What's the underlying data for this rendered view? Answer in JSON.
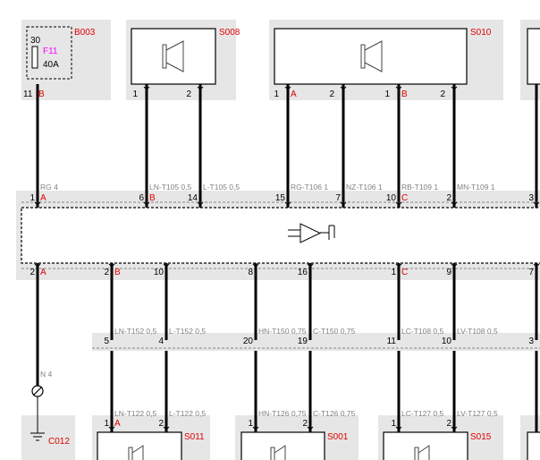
{
  "colors": {
    "band": "#e6e6e6",
    "wire": "#000000",
    "component_label": "#e00000",
    "fuse_label": "#ff00ff",
    "wire_label": "#808080"
  },
  "components": {
    "fuse_box": {
      "ref": "B003",
      "fuse_name": "F11",
      "terminal": "30",
      "rating": "40A",
      "pin_num": "11",
      "pin_letter": "B"
    },
    "speaker_s008": {
      "ref": "S008",
      "icon": "speaker-icon"
    },
    "speaker_s010": {
      "ref": "S010",
      "icon": "speaker-icon"
    },
    "amplifier": {
      "icon": "amplifier-icon"
    },
    "ground": {
      "ref": "C012",
      "icon": "ground-icon",
      "wire_label": "N 4"
    },
    "speaker_s011": {
      "ref": "S011",
      "icon": "speaker-icon"
    },
    "speaker_s001": {
      "ref": "S001",
      "icon": "speaker-icon"
    },
    "speaker_s015": {
      "ref": "S015",
      "icon": "speaker-icon"
    }
  },
  "top_pins": [
    {
      "num": "1",
      "letter": ""
    },
    {
      "num": "2",
      "letter": ""
    },
    {
      "num": "1",
      "letter": "A"
    },
    {
      "num": "2",
      "letter": ""
    },
    {
      "num": "1",
      "letter": "B"
    },
    {
      "num": "2",
      "letter": ""
    }
  ],
  "amp_top_pins": [
    {
      "num": "1",
      "letter": "A",
      "wire": "RG 4"
    },
    {
      "num": "6",
      "letter": "B",
      "wire": "LN-T105 0,5"
    },
    {
      "num": "14",
      "letter": "",
      "wire": "L-T105 0,5"
    },
    {
      "num": "15",
      "letter": "",
      "wire": "RG-T106 1"
    },
    {
      "num": "7",
      "letter": "",
      "wire": "NZ-T106 1"
    },
    {
      "num": "10",
      "letter": "C",
      "wire": "RB-T109 1"
    },
    {
      "num": "2",
      "letter": "",
      "wire": "MN-T109 1"
    },
    {
      "num": "3",
      "letter": "",
      "wire": ""
    }
  ],
  "amp_bottom_pins": [
    {
      "num": "2",
      "letter": "A"
    },
    {
      "num": "2",
      "letter": "B"
    },
    {
      "num": "10",
      "letter": ""
    },
    {
      "num": "8",
      "letter": ""
    },
    {
      "num": "16",
      "letter": ""
    },
    {
      "num": "1",
      "letter": "C"
    },
    {
      "num": "9",
      "letter": ""
    },
    {
      "num": "7",
      "letter": ""
    }
  ],
  "connector_upper": [
    {
      "num": "5",
      "wire": "LN-T152 0,5"
    },
    {
      "num": "4",
      "wire": "L-T152 0,5"
    },
    {
      "num": "20",
      "wire": "HN-T150 0,75"
    },
    {
      "num": "19",
      "wire": "C-T150 0,75"
    },
    {
      "num": "11",
      "wire": "LC-T108 0,5"
    },
    {
      "num": "10",
      "wire": "LV-T108 0,5"
    },
    {
      "num": "3",
      "wire": ""
    }
  ],
  "connector_lower": [
    {
      "wire": "LN-T122 0,5"
    },
    {
      "wire": "L-T122 0,5"
    },
    {
      "wire": "HN-T126 0,75"
    },
    {
      "wire": "C-T126 0,75"
    },
    {
      "wire": "LC-T127 0,5"
    },
    {
      "wire": "LV-T127 0,5"
    }
  ],
  "bottom_pins": [
    {
      "num": "1",
      "letter": "A"
    },
    {
      "num": "2",
      "letter": ""
    },
    {
      "num": "1",
      "letter": ""
    },
    {
      "num": "2",
      "letter": ""
    },
    {
      "num": "1",
      "letter": ""
    },
    {
      "num": "2",
      "letter": ""
    }
  ]
}
